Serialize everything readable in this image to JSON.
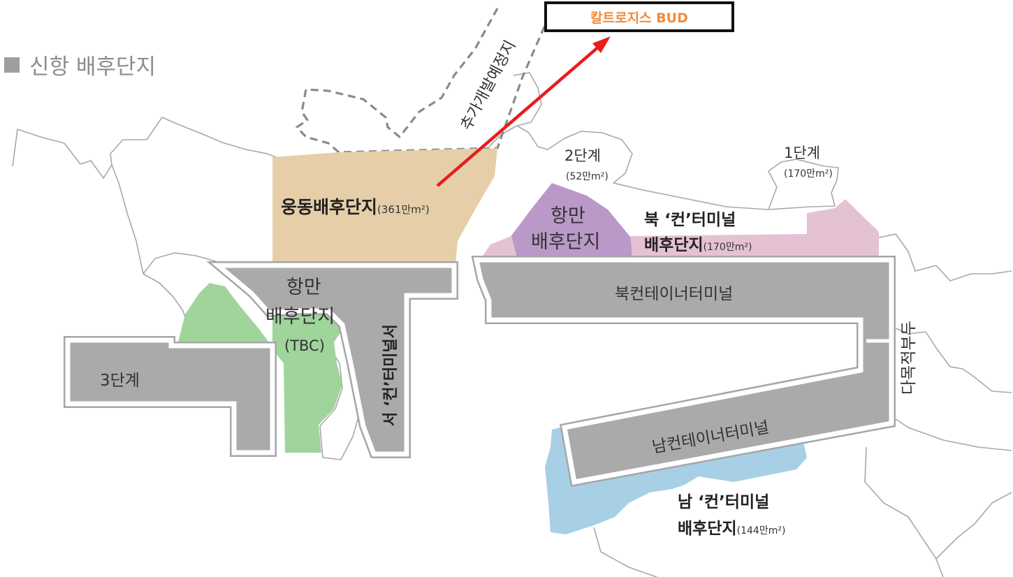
{
  "title": {
    "marker": "■",
    "text": "신항 배후단지"
  },
  "callout": {
    "text": "칼트로지스 BUD",
    "text_color": "#f28a3c",
    "arrow_color": "#e81d1d"
  },
  "areas": {
    "woongdong": {
      "name": "웅동배후단지",
      "size": "(361만m²)",
      "color": "#e6cfa8"
    },
    "hangman_north": {
      "line1": "항만",
      "line2": "배후단지",
      "color": "#ba98c8"
    },
    "hangman_tbc": {
      "line1": "항만",
      "line2": "배후단지",
      "line3": "(TBC)",
      "color": "#9fd49a"
    },
    "north_terminal_hinterland": {
      "line1": "북 ‘컨’터미널",
      "line2": "배후단지",
      "size": "(170만m²)",
      "color": "#e5c1d4"
    },
    "south_terminal_hinterland": {
      "line1": "남 ‘컨’터미널",
      "line2": "배후단지",
      "size": "(144만m²)",
      "color": "#a7d0e6"
    },
    "future_development": {
      "text": "추가개발예정지"
    }
  },
  "stages": {
    "stage2": {
      "name": "2단계",
      "size": "(52만m²)"
    },
    "stage1": {
      "name": "1단계",
      "size": "(170만m²)"
    },
    "stage3": {
      "name": "3단계"
    }
  },
  "terminals": {
    "north": "북컨테이너터미널",
    "south": "남컨테이너터미널",
    "west": "서 ‘컨’터미널서",
    "multipurpose": "다목적부두"
  },
  "colors": {
    "terminal": "#aaaaab",
    "coastline": "#a8a8a8",
    "land_label": "#333333"
  }
}
